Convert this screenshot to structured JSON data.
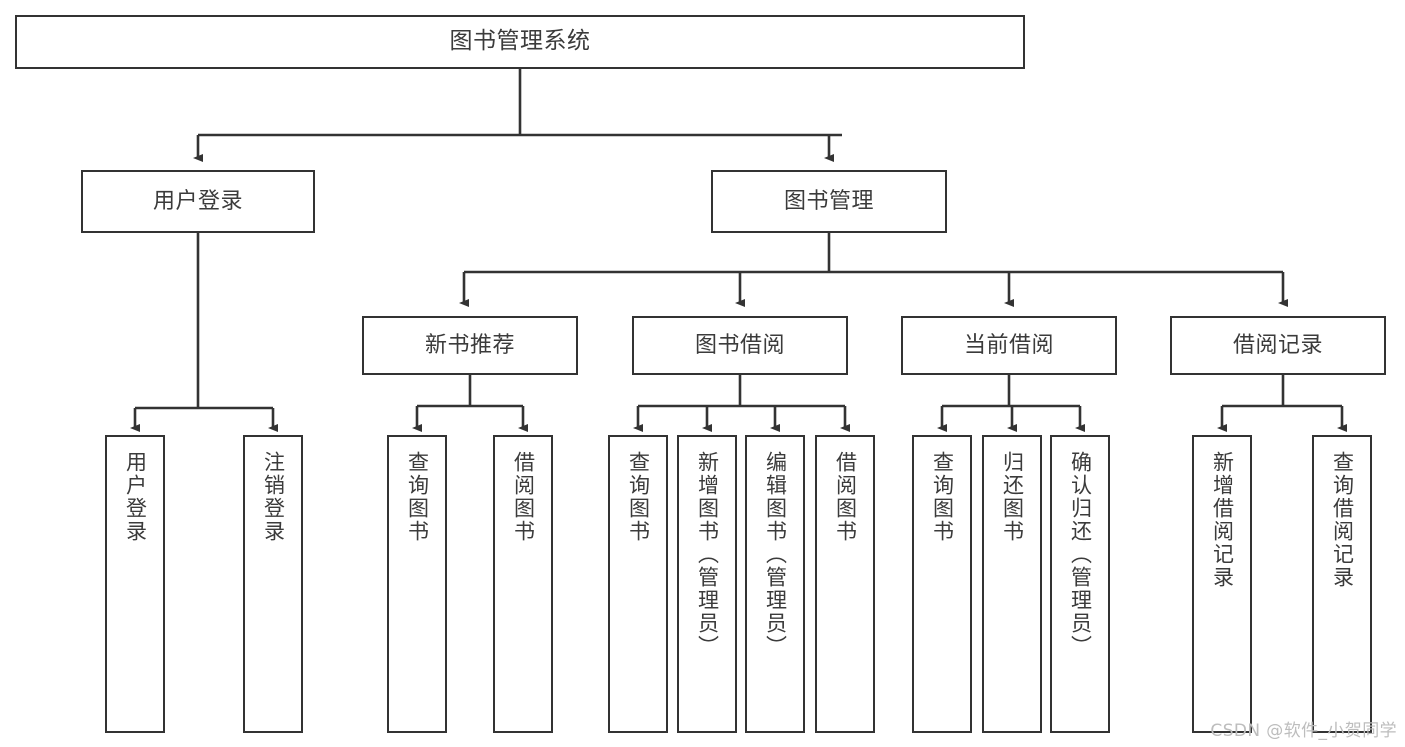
{
  "diagram": {
    "type": "tree-hierarchy-chart",
    "title_node": {
      "id": "root",
      "label": "图书管理系统"
    },
    "level2": [
      {
        "id": "user-login",
        "label": "用户登录"
      },
      {
        "id": "book-management",
        "label": "图书管理"
      }
    ],
    "level3": [
      {
        "id": "new-book-recommend",
        "label": "新书推荐",
        "parent": "book-management"
      },
      {
        "id": "book-borrow",
        "label": "图书借阅",
        "parent": "book-management"
      },
      {
        "id": "current-borrow",
        "label": "当前借阅",
        "parent": "book-management"
      },
      {
        "id": "borrow-record",
        "label": "借阅记录",
        "parent": "book-management"
      }
    ],
    "leaves": [
      {
        "id": "leaf-user-login",
        "label": "用户登录",
        "parent": "user-login"
      },
      {
        "id": "leaf-logout-login",
        "label": "注销登录",
        "parent": "user-login"
      },
      {
        "id": "leaf-query-book-1",
        "label": "查询图书",
        "parent": "new-book-recommend"
      },
      {
        "id": "leaf-borrow-book-1",
        "label": "借阅图书",
        "parent": "new-book-recommend"
      },
      {
        "id": "leaf-query-book-2",
        "label": "查询图书",
        "parent": "book-borrow"
      },
      {
        "id": "leaf-add-book",
        "label": "新增图书（管理员）",
        "parent": "book-borrow"
      },
      {
        "id": "leaf-edit-book",
        "label": "编辑图书（管理员）",
        "parent": "book-borrow"
      },
      {
        "id": "leaf-borrow-book-2",
        "label": "借阅图书",
        "parent": "book-borrow"
      },
      {
        "id": "leaf-query-book-3",
        "label": "查询图书",
        "parent": "current-borrow"
      },
      {
        "id": "leaf-return-book",
        "label": "归还图书",
        "parent": "current-borrow"
      },
      {
        "id": "leaf-confirm-return",
        "label": "确认归还（管理员）",
        "parent": "current-borrow"
      },
      {
        "id": "leaf-add-record",
        "label": "新增借阅记录",
        "parent": "borrow-record"
      },
      {
        "id": "leaf-query-record",
        "label": "查询借阅记录",
        "parent": "borrow-record"
      }
    ],
    "watermark": "CSDN @软件_小贺同学",
    "colors": {
      "background": "#ffffff",
      "box_border": "#333333",
      "box_fill": "#ffffff",
      "text": "#3b3b3b",
      "connector": "#333333",
      "watermark": "#bdbdbd"
    }
  }
}
